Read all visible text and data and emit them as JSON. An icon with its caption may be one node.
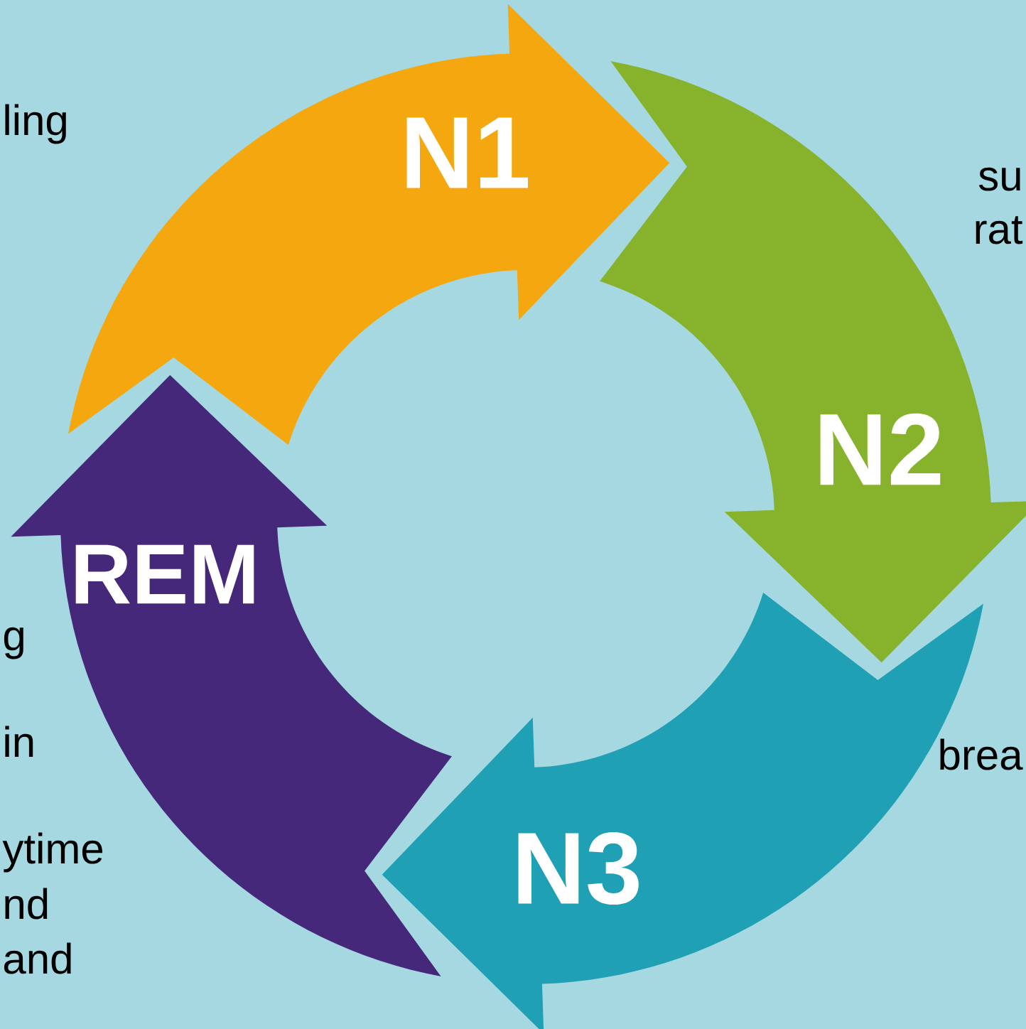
{
  "diagram": {
    "nodes": [
      {
        "text": [
          "N1"
        ]
      },
      {
        "text": [
          "N2"
        ]
      },
      {
        "text": [
          "N3"
        ]
      },
      {
        "text": [
          "REM"
        ]
      }
    ],
    "labels": [
      "ling",
      "su",
      "rat",
      "g",
      "in",
      "brea",
      "ytime",
      "nd",
      "and"
    ]
  }
}
